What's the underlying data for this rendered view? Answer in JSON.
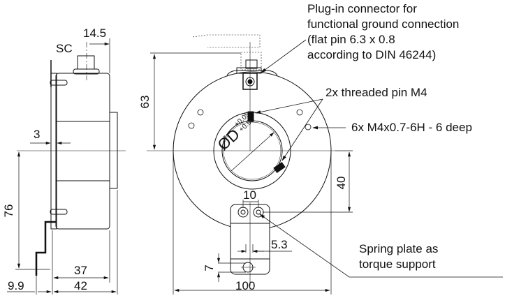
{
  "side_view": {
    "label_sc": "SC",
    "dim_14_5": "14.5",
    "dim_3": "3",
    "dim_76": "76",
    "dim_37": "37",
    "dim_42": "42",
    "dim_9_9": "9.9"
  },
  "front_view": {
    "dim_63": "63",
    "dim_40": "40",
    "dim_10": "10",
    "dim_5_3": "5.3",
    "dim_7": "7",
    "dim_100": "100",
    "bore_label": "ØD",
    "bore_tol_upper": "+0.05",
    "bore_tol_lower": "+0.03"
  },
  "notes": {
    "connector": [
      "Plug-in connector for",
      "functional ground connection",
      "(flat pin 6.3 x 0.8",
      "according to DIN 46244)"
    ],
    "threaded_pin": "2x threaded pin M4",
    "holes": "6x M4x0.7-6H - 6 deep",
    "spring_plate": [
      "Spring plate as",
      "torque support"
    ]
  }
}
